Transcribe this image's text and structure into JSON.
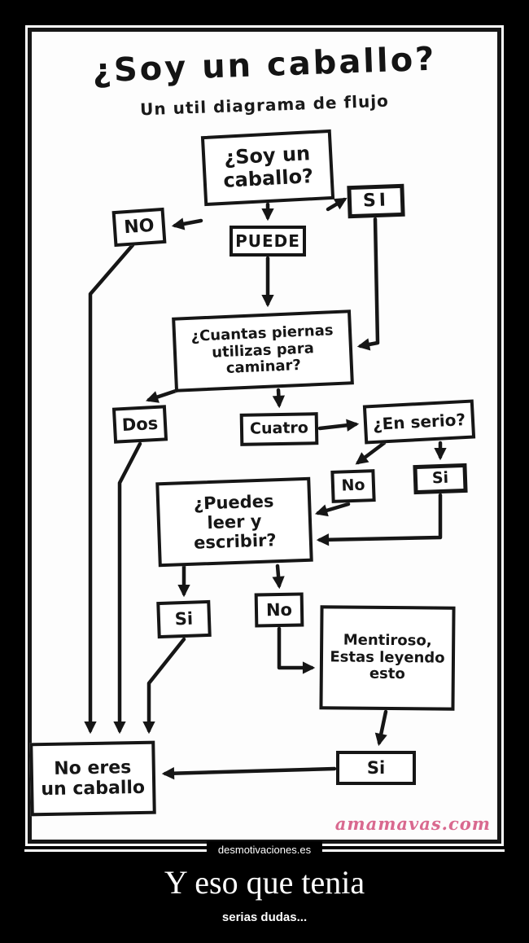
{
  "poster": {
    "title": "¿Soy un caballo?",
    "subtitle": "Un util diagrama de flujo",
    "watermark": "amamavas.com",
    "site_label": "desmotivaciones.es"
  },
  "caption": {
    "title": "Y eso que tenia",
    "subtitle": "serias dudas..."
  },
  "flowchart": {
    "nodes": {
      "start": {
        "line1": "¿Soy un",
        "line2": "caballo?"
      },
      "no": {
        "label": "NO"
      },
      "si": {
        "label": "SI"
      },
      "puede": {
        "label": "PUEDE"
      },
      "piernas": {
        "line1": "¿Cuantas piernas",
        "line2": "utilizas para",
        "line3": "caminar?"
      },
      "dos": {
        "label": "Dos"
      },
      "cuatro": {
        "label": "Cuatro"
      },
      "enserio": {
        "label": "¿En serio?"
      },
      "enserio_no": {
        "label": "No"
      },
      "enserio_si": {
        "label": "Si"
      },
      "leer": {
        "line1": "¿Puedes",
        "line2": "leer y",
        "line3": "escribir?"
      },
      "leer_si": {
        "label": "Si"
      },
      "leer_no": {
        "label": "No"
      },
      "mentiroso": {
        "line1": "Mentiroso,",
        "line2": "Estas leyendo",
        "line3": "esto"
      },
      "si_final": {
        "label": "Si"
      },
      "end": {
        "line1": "No eres",
        "line2": "un caballo"
      }
    }
  },
  "colors": {
    "ink": "#161616",
    "paper": "#ffffff",
    "background": "#000000",
    "watermark_pink": "#d9698f"
  }
}
